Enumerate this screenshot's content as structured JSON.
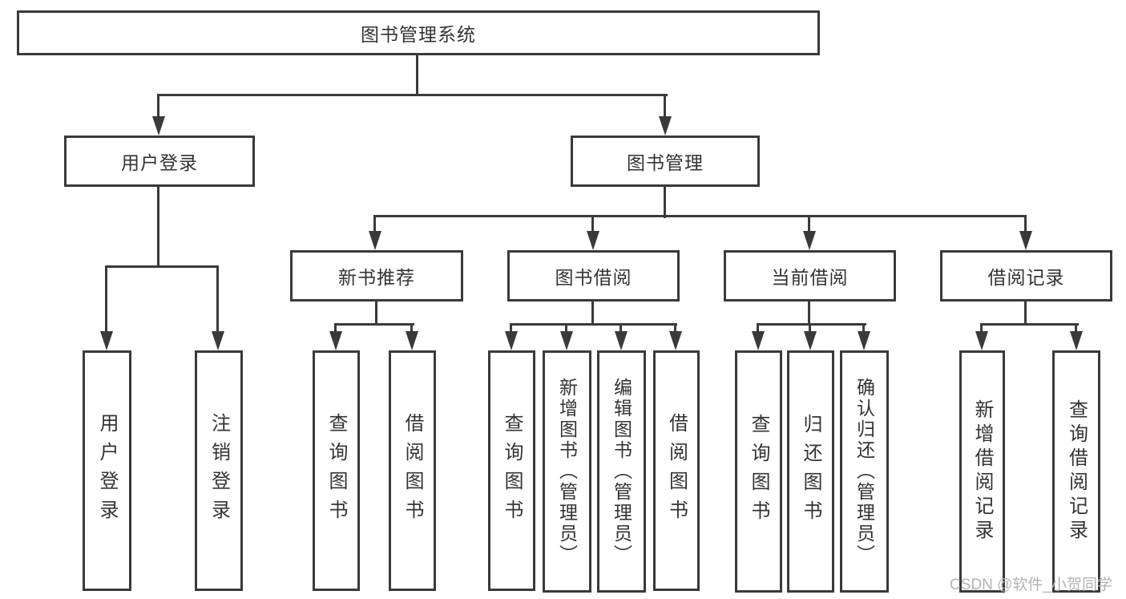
{
  "diagram": {
    "root": {
      "label": "图书管理系统"
    },
    "level1": [
      {
        "label": "用户登录"
      },
      {
        "label": "图书管理"
      }
    ],
    "level2": [
      {
        "label": "新书推荐"
      },
      {
        "label": "图书借阅"
      },
      {
        "label": "当前借阅"
      },
      {
        "label": "借阅记录"
      }
    ],
    "leaves": [
      {
        "label": "用户登录"
      },
      {
        "label": "注销登录"
      },
      {
        "label": "查询图书"
      },
      {
        "label": "借阅图书"
      },
      {
        "label": "查询图书"
      },
      {
        "label": "新增图书（管理员）"
      },
      {
        "label": "编辑图书（管理员）"
      },
      {
        "label": "借阅图书"
      },
      {
        "label": "查询图书"
      },
      {
        "label": "归还图书"
      },
      {
        "label": "确认归还（管理员）"
      },
      {
        "label": "新增借阅记录"
      },
      {
        "label": "查询借阅记录"
      }
    ]
  },
  "watermark": {
    "text": "CSDN @软件_小贺同学"
  },
  "colors": {
    "line": "#3a3a3a",
    "text": "#333333",
    "background": "#ffffff",
    "watermark": "#b3b3b3"
  }
}
